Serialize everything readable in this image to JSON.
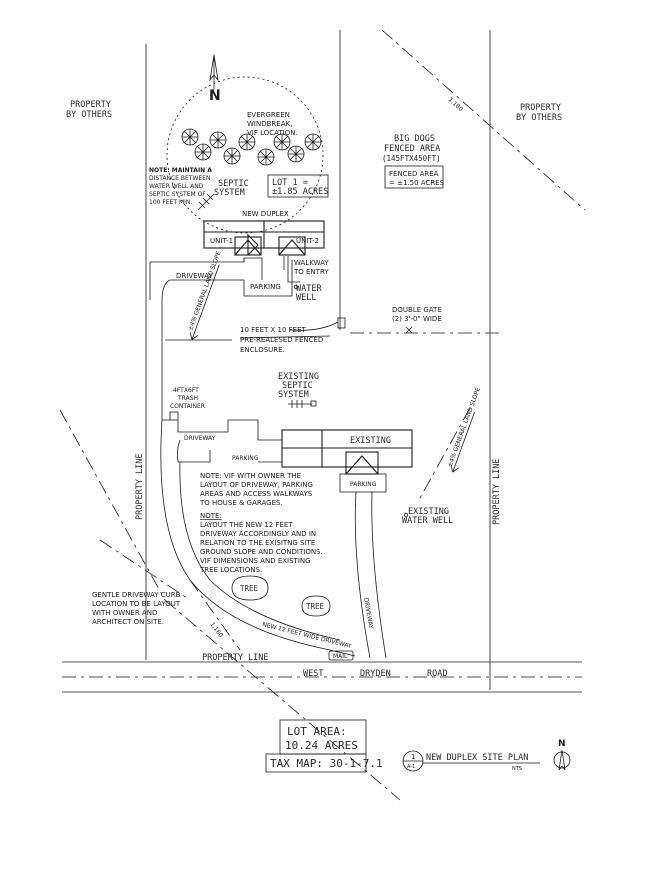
{
  "labels": {
    "north": "N",
    "property_left_1": "PROPERTY",
    "property_left_2": "BY OTHERS",
    "property_right_1": "PROPERTY",
    "property_right_2": "BY OTHERS",
    "windbreak_1": "EVERGREEN",
    "windbreak_2": "WINDBREAK,",
    "windbreak_3": "VIF LOCATION.",
    "note_dist_1": "NOTE: MAINTAIN A",
    "note_dist_2": "DISTANCE BETWEEN",
    "note_dist_3": "WATER WELL AND",
    "note_dist_4": "SEPTIC SYSTEM OF",
    "note_dist_5": "100 FEET MIN.",
    "septic_1": "SEPTIC",
    "septic_2": "SYSTEM",
    "lot1_1": "LOT 1 =",
    "lot1_2": "±1.85 ACRES",
    "new_duplex": "NEW DUPLEX",
    "unit1": "UNIT-1",
    "unit2": "UNIT-2",
    "walkway_1": "WALKWAY",
    "walkway_2": "TO ENTRY",
    "driveway_top": "DRIVEWAY",
    "parking_top": "PARKING",
    "water_well_1": "WATER",
    "water_well_2": "WELL",
    "general_slope_top": "±4% GENERAL LAND SLOPE",
    "big_dogs_1": "BIG DOGS",
    "big_dogs_2": "FENCED AREA",
    "big_dogs_3": "(145FTX450FT)",
    "fenced_area_1": "FENCED AREA",
    "fenced_area_2": "= ±1.50 ACRES",
    "dim_180": "1,180",
    "double_gate_1": "DOUBLE GATE",
    "double_gate_2": "(2) 3'-0\" WIDE",
    "enclosure_1": "10 FEET X 10 FEET",
    "enclosure_2": "PRE-REALESED FENCED",
    "enclosure_3": "ENCLOSURE.",
    "existing_septic_1": "EXISTING",
    "existing_septic_2": "SEPTIC",
    "existing_septic_3": "SYSTEM",
    "trash_1": "4FTX6FT",
    "trash_2": "TRASH",
    "trash_3": "CONTAINER",
    "driveway_mid": "DRIVEWAY",
    "parking_mid": "PARKING",
    "existing_house": "EXISTING",
    "parking_existing": "PARKING",
    "general_slope_right": "±4% GENERAL LAND SLOPE",
    "existing_well_1": "EXISTING",
    "existing_well_2": "WATER WELL",
    "note_vif_1": "NOTE: VIF WITH OWNER THE",
    "note_vif_2": "LAYOUT OF DRIVEWAY, PARKING",
    "note_vif_3": "AREAS AND ACCESS WALKWAYS",
    "note_vif_4": "TO HOUSE & GARAGES.",
    "note_layout_0": "NOTE:",
    "note_layout_1": "LAYOUT THE NEW 12 FEET",
    "note_layout_2": "DRIVEWAY ACCORDINGLY AND IN",
    "note_layout_3": "RELATION TO THE EXISITNG SITE",
    "note_layout_4": "GROUND SLOPE AND CONDITIONS.",
    "note_layout_5": "VIF DIMENSIONS AND EXISTING",
    "note_layout_6": "TREE LOCATIONS.",
    "property_line_left": "PROPERTY LINE",
    "property_line_right": "PROPERTY LINE",
    "property_line_bottom": "PROPERTY LINE",
    "tree_1": "TREE",
    "tree_2": "TREE",
    "curb_1": "GENTLE DRIVEWAY CURB",
    "curb_2": "LOCATION TO BE LAYOUT",
    "curb_3": "WITH OWNER AND",
    "curb_4": "ARCHITECT ON SITE.",
    "new_driveway": "NEW 12 FEET WIDE DRIVEWAY",
    "driveway_vertical": "DRIVEWAY",
    "dim_160": "1,160",
    "mail": "MAIL",
    "road_1": "WEST",
    "road_2": "DRYDEN",
    "road_3": "ROAD",
    "lot_area_1": "LOT AREA:",
    "lot_area_2": "10.24 ACRES",
    "tax_map": "TAX MAP: 30-1-7.1",
    "detail_num": "1",
    "detail_sheet": "A-1",
    "plan_title": "NEW DUPLEX SITE PLAN",
    "nts": "NTS",
    "north_small": "N"
  }
}
